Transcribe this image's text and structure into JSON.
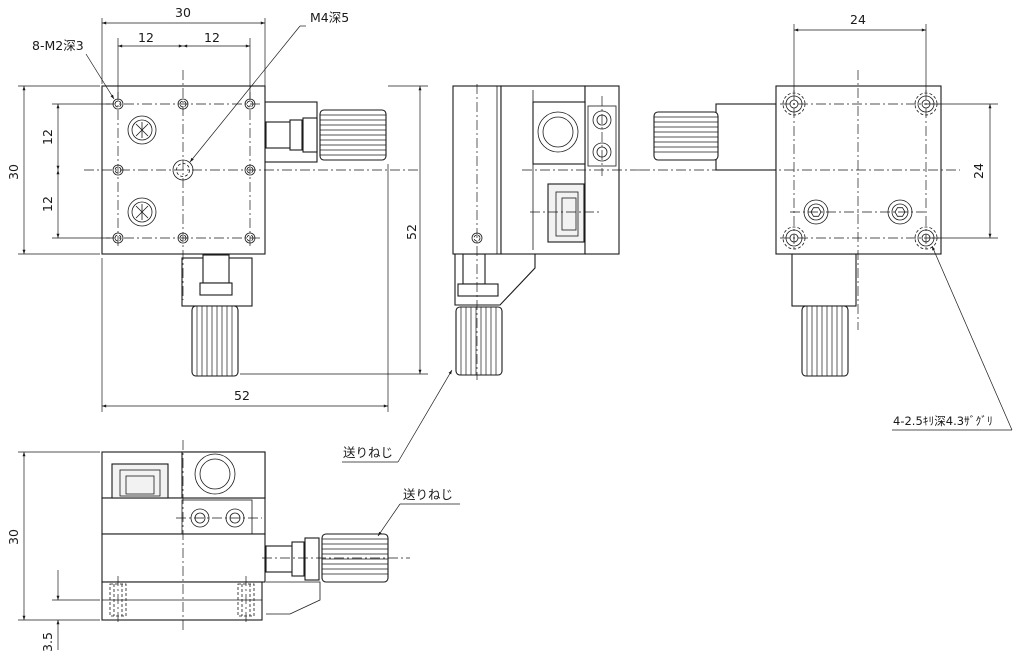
{
  "colors": {
    "line": "#1a1a1a",
    "background": "#ffffff",
    "fill": "#f2f2f2"
  },
  "labels": {
    "top_width": "30",
    "pitch_left": "12",
    "pitch_right": "12",
    "tap_note": "8-M2深3",
    "center_tap_note": "M4深5",
    "side_height": "30",
    "side_pitch_upper": "12",
    "side_pitch_lower": "12",
    "travel_vertical": "52",
    "travel_horizontal": "52",
    "feed_screw_mid": "送りねじ",
    "feed_screw_bottom": "送りねじ",
    "bottom_pitch": "24",
    "bottom_side_pitch": "24",
    "counterbore_note": "4-2.5ｷﾘ深4.3ｻﾞｸﾞﾘ",
    "front_height": "30",
    "base_thickness": "3.5"
  }
}
